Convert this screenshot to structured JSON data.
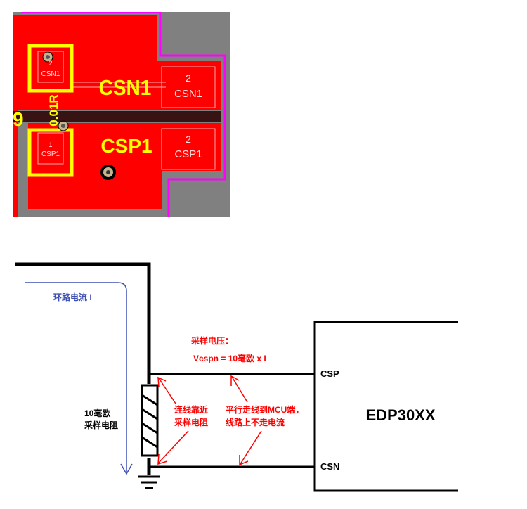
{
  "colors": {
    "pcb_background": "#808080",
    "copper": "#ff0000",
    "silkscreen": "#ffff00",
    "keepout": "#ff00ff",
    "annotation": "#ff0000",
    "loop_current": "#3f51b5",
    "wire": "#000000"
  },
  "pcb": {
    "resistor_label": "0.01R",
    "edge_digit": "9",
    "pads": {
      "csn_pad": {
        "number": "2",
        "name": "CSN1"
      },
      "csp_pad": {
        "number": "1",
        "name": "CSP1"
      }
    },
    "nets": {
      "csn_net": "CSN1",
      "csp_net": "CSP1"
    },
    "connector_pads": {
      "csn": {
        "number": "2",
        "name": "CSN1"
      },
      "csp": {
        "number": "2",
        "name": "CSP1"
      }
    }
  },
  "schematic": {
    "loop_current": "环路电流 I",
    "resistor_label": [
      "10毫欧",
      "采样电阻"
    ],
    "sample_voltage": [
      "采样电压：",
      "Vcspn = 10毫欧  x  I"
    ],
    "note_close_to_resistor": [
      "连线靠近",
      "采样电阻"
    ],
    "note_parallel_routing": [
      "平行走线到MCU端，",
      "线路上不走电流"
    ],
    "chip_name": "EDP30XX",
    "pin_csp": "CSP",
    "pin_csn": "CSN"
  }
}
